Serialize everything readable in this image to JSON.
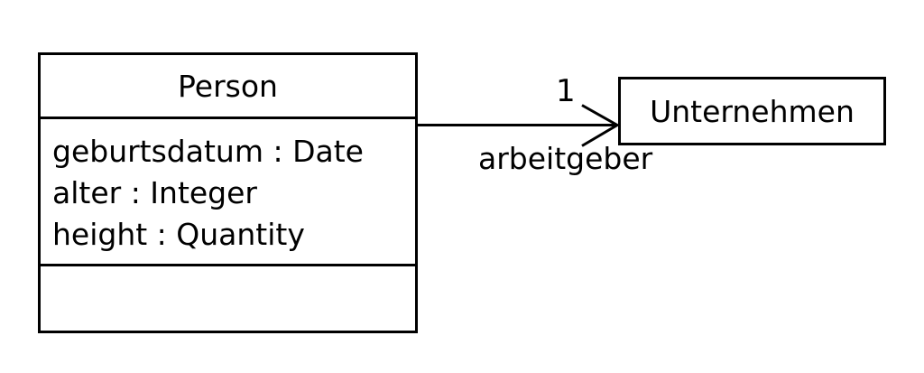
{
  "colors": {
    "background": "#ffffff",
    "stroke": "#000000",
    "text": "#000000"
  },
  "diagram": {
    "type": "uml-class-diagram",
    "classes": {
      "person": {
        "name": "Person",
        "attributes": [
          "geburtsdatum : Date",
          "alter : Integer",
          "height : Quantity"
        ],
        "operations": []
      },
      "unternehmen": {
        "name": "Unternehmen",
        "attributes": [],
        "operations": []
      }
    },
    "association": {
      "from": "Person",
      "to": "Unternehmen",
      "arrow_style": "open-arrowhead",
      "multiplicity": "1",
      "role": "arbeitgeber"
    }
  }
}
